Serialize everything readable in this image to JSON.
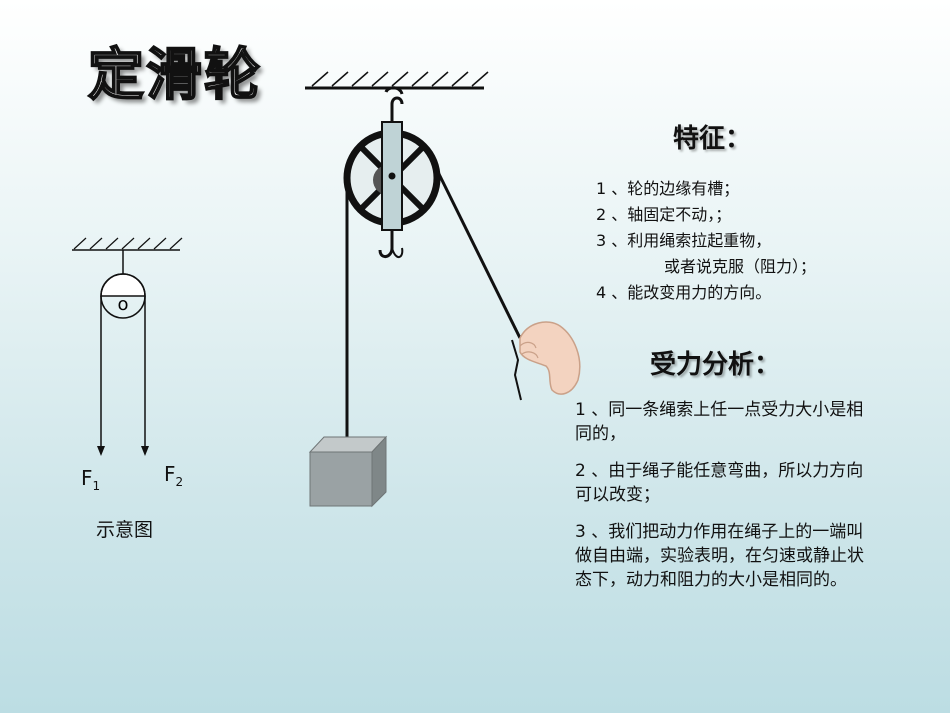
{
  "title": "定滑轮",
  "features": {
    "heading": "特征：",
    "items": [
      "1 、轮的边缘有槽；",
      "2 、轴固定不动，；",
      "3 、利用绳索拉起重物，",
      "或者说克服（阻力）；",
      "4 、能改变用力的方向。"
    ]
  },
  "analysis": {
    "heading": "受力分析：",
    "items": [
      "1 、同一条绳索上任一点受力大小是相同的，",
      "2 、由于绳子能任意弯曲，所以力方向可以改变；",
      "3 、我们把动力作用在绳子上的一端叫做自由端，实验表明，在匀速或静止状态下，动力和阻力的大小是相同的。"
    ]
  },
  "schematic": {
    "center_label": "o",
    "f1": "F",
    "f1_sub": "1",
    "f2": "F",
    "f2_sub": "2",
    "caption": "示意图"
  },
  "colors": {
    "block": "#9aa2a4",
    "rope": "#111111",
    "hand": "#f3d3c0"
  }
}
